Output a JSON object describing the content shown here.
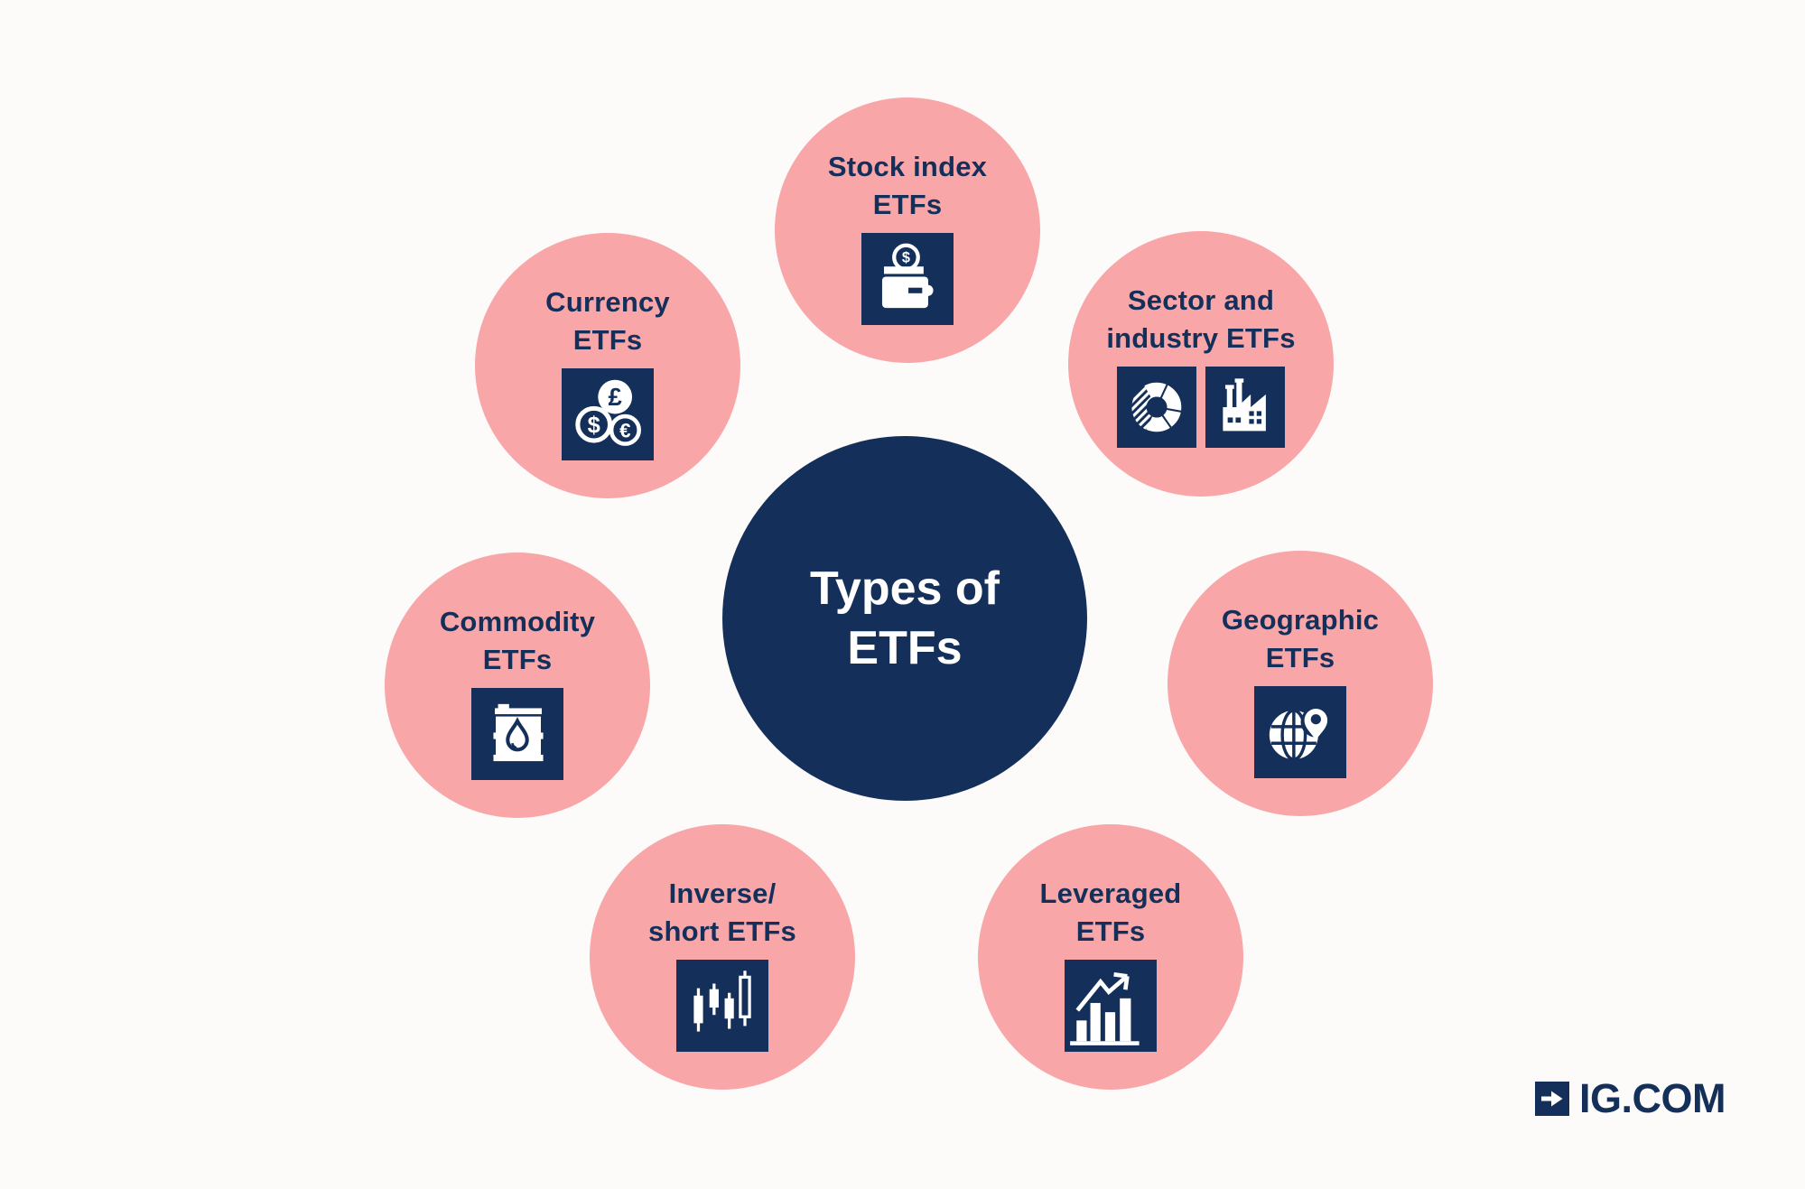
{
  "colors": {
    "navy": "#14305A",
    "pink": "#F8A6A8",
    "background": "#FCFBFA",
    "white": "#FFFFFF"
  },
  "center": {
    "title_line1": "Types of",
    "title_line2": "ETFs"
  },
  "satellites": [
    {
      "id": "stock-index",
      "label_line1": "Stock index",
      "label_line2": "ETFs",
      "icons": [
        "wallet-coin-icon"
      ]
    },
    {
      "id": "sector-industry",
      "label_line1": "Sector and",
      "label_line2": "industry ETFs",
      "icons": [
        "donut-chart-icon",
        "factory-icon"
      ]
    },
    {
      "id": "geographic",
      "label_line1": "Geographic",
      "label_line2": "ETFs",
      "icons": [
        "globe-pin-icon"
      ]
    },
    {
      "id": "leveraged",
      "label_line1": "Leveraged",
      "label_line2": "ETFs",
      "icons": [
        "bar-chart-arrow-icon"
      ]
    },
    {
      "id": "inverse-short",
      "label_line1": "Inverse/",
      "label_line2": "short ETFs",
      "icons": [
        "candlestick-chart-icon"
      ]
    },
    {
      "id": "commodity",
      "label_line1": "Commodity",
      "label_line2": "ETFs",
      "icons": [
        "oil-barrel-icon"
      ]
    },
    {
      "id": "currency",
      "label_line1": "Currency",
      "label_line2": "ETFs",
      "icons": [
        "currency-coins-icon"
      ]
    }
  ],
  "icons": {
    "wallet": {
      "coin_symbol": "$"
    },
    "currency": {
      "pound": "£",
      "dollar": "$",
      "euro": "€"
    }
  },
  "logo": {
    "text": "IG.COM"
  }
}
